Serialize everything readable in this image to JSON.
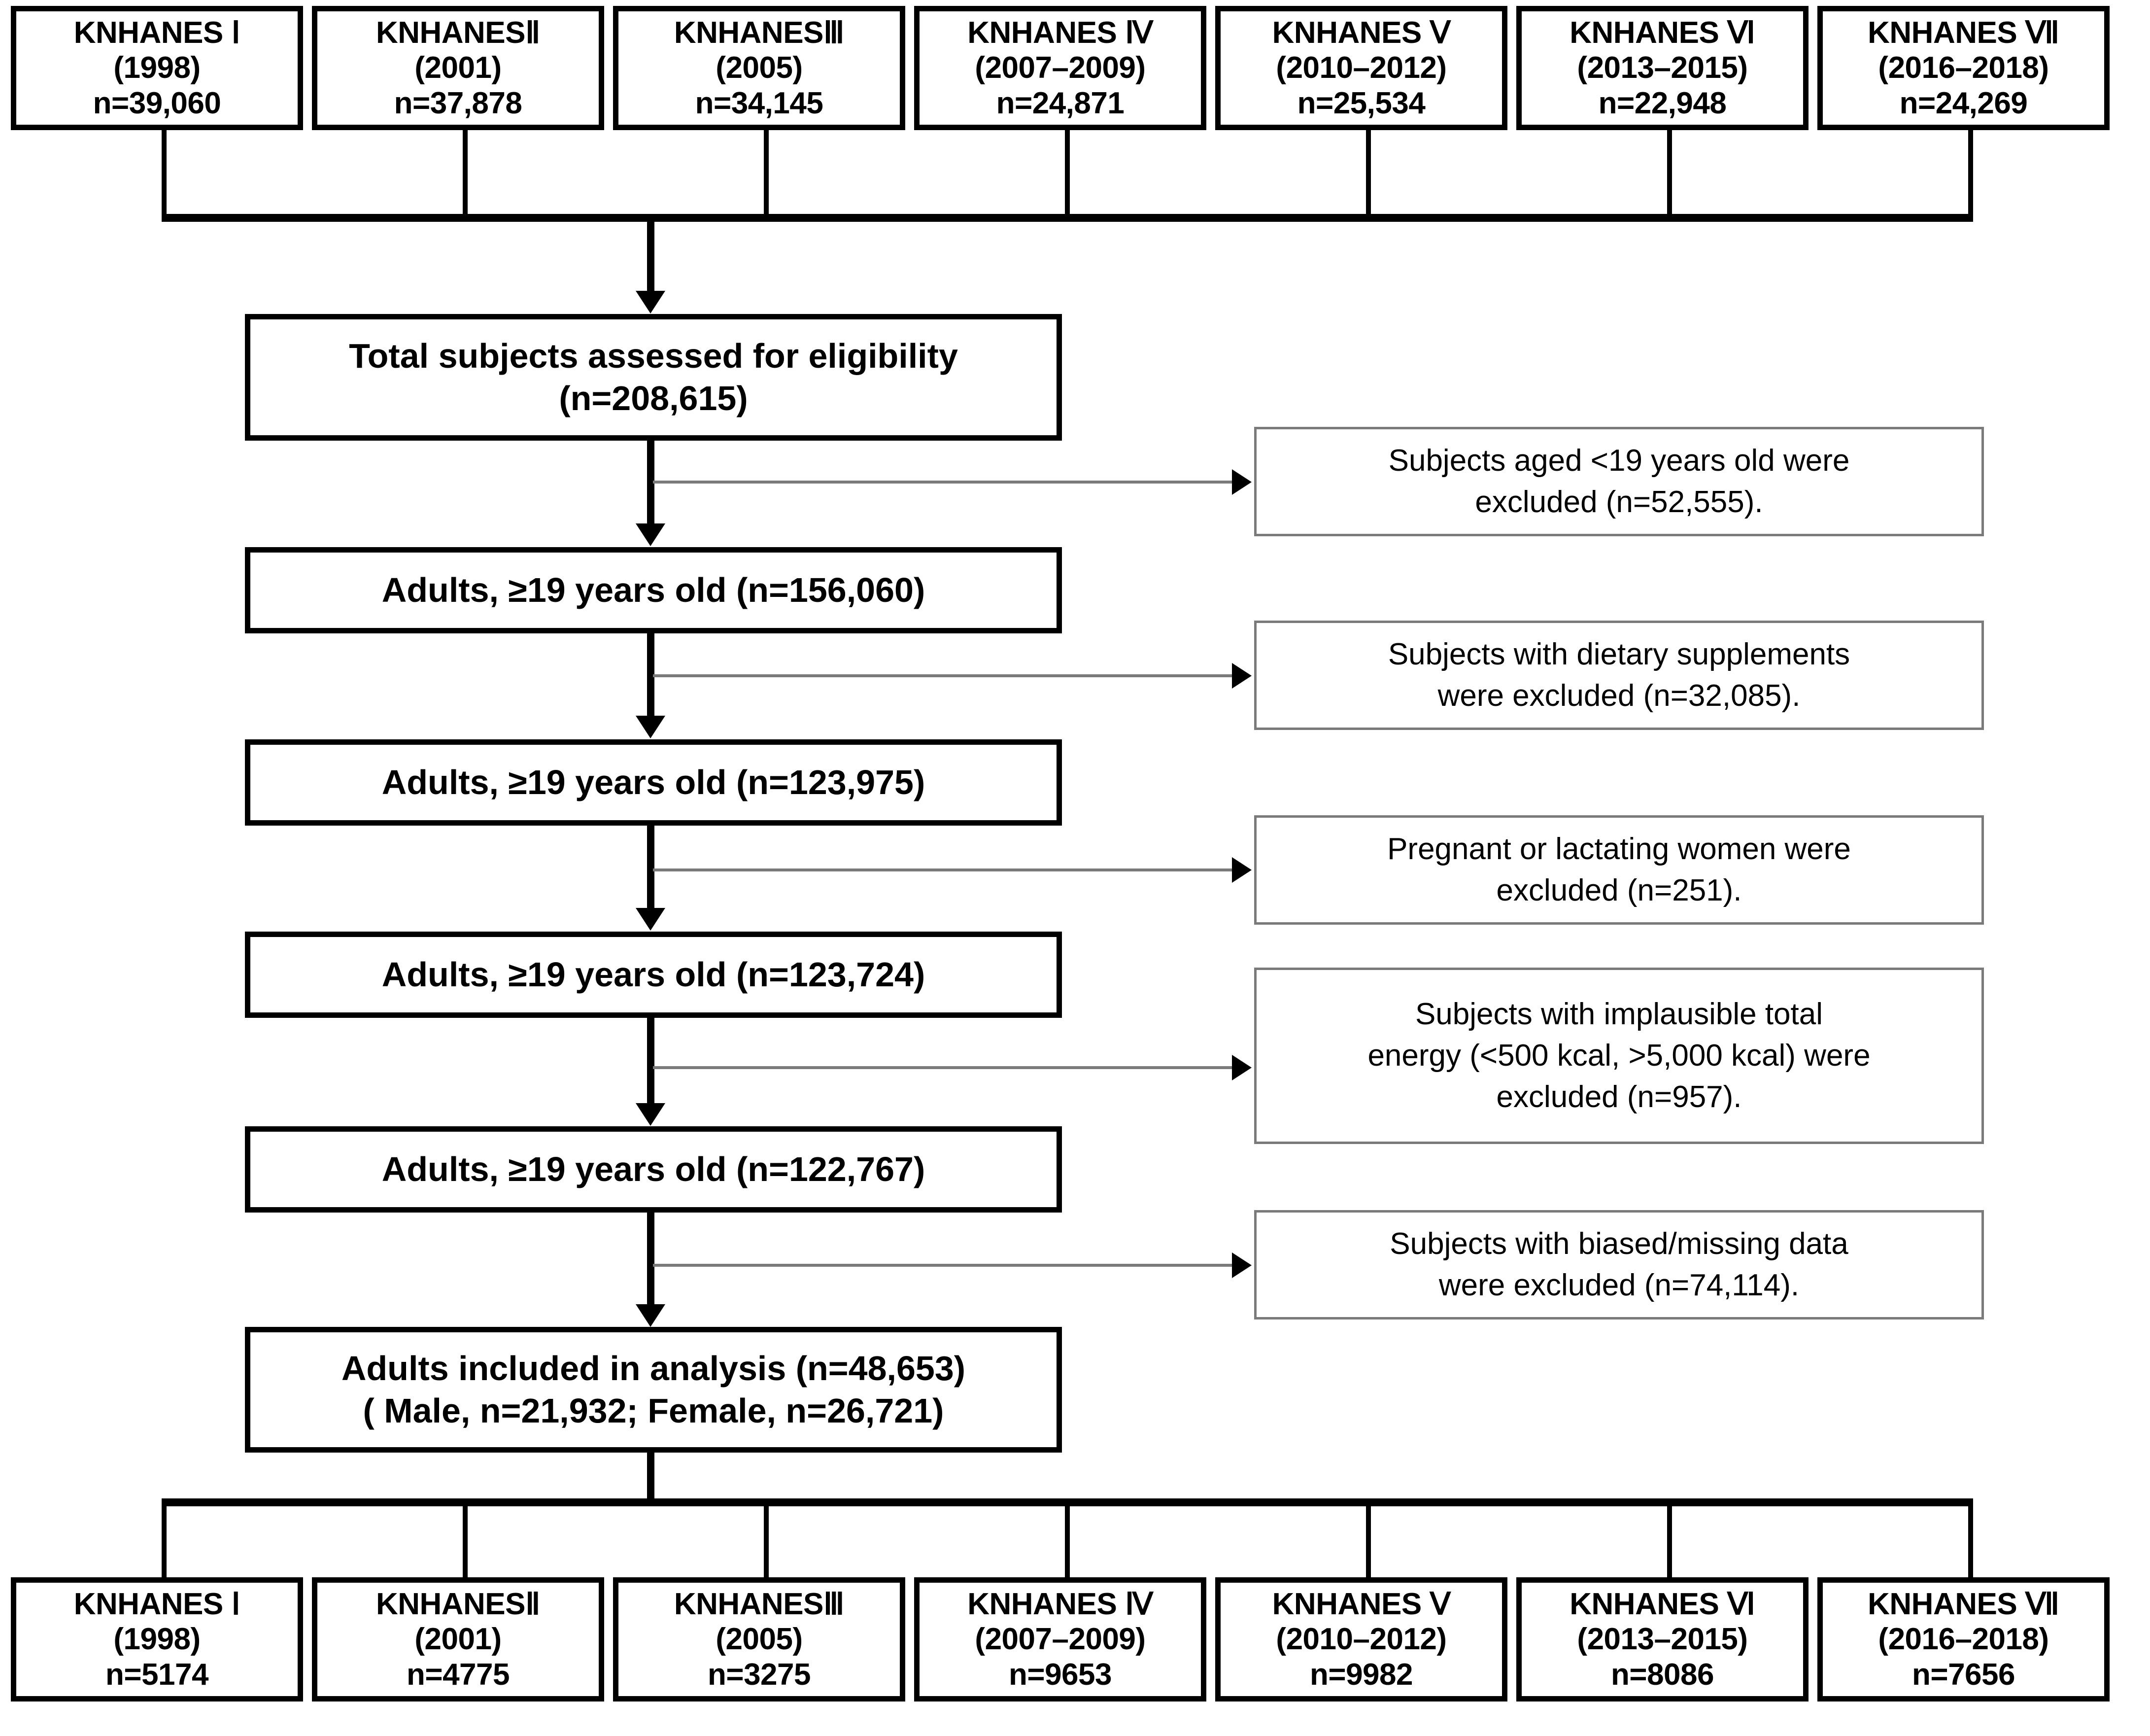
{
  "figure": {
    "type": "flowchart",
    "title": "KNHANES study subject selection flow diagram"
  },
  "top_cohorts": [
    {
      "name": "KNHANES Ⅰ",
      "years": "(1998)",
      "n": "n=39,060"
    },
    {
      "name": "KNHANESⅡ",
      "years": "(2001)",
      "n": "n=37,878"
    },
    {
      "name": "KNHANESⅢ",
      "years": "(2005)",
      "n": "n=34,145"
    },
    {
      "name": "KNHANES Ⅳ",
      "years": "(2007–2009)",
      "n": "n=24,871"
    },
    {
      "name": "KNHANES Ⅴ",
      "years": "(2010–2012)",
      "n": "n=25,534"
    },
    {
      "name": "KNHANES Ⅵ",
      "years": "(2013–2015)",
      "n": "n=22,948"
    },
    {
      "name": "KNHANES Ⅶ",
      "years": "(2016–2018)",
      "n": "n=24,269"
    }
  ],
  "main_steps": [
    {
      "id": "total-assessed",
      "line1": "Total subjects assessed for eligibility",
      "line2": "(n=208,615)"
    },
    {
      "id": "adults-156060",
      "line1": "Adults, ≥19 years old (n=156,060)",
      "line2": ""
    },
    {
      "id": "adults-123975",
      "line1": "Adults, ≥19 years old (n=123,975)",
      "line2": ""
    },
    {
      "id": "adults-123724",
      "line1": "Adults, ≥19 years old (n=123,724)",
      "line2": ""
    },
    {
      "id": "adults-122767",
      "line1": "Adults, ≥19 years old (n=122,767)",
      "line2": ""
    },
    {
      "id": "adults-included",
      "line1": "Adults included in analysis (n=48,653)",
      "line2": "( Male, n=21,932; Female, n=26,721)"
    }
  ],
  "exclusions": [
    {
      "id": "excl-age",
      "lines": [
        "Subjects aged <19 years old were",
        "excluded (n=52,555)."
      ]
    },
    {
      "id": "excl-supplements",
      "lines": [
        "Subjects with dietary supplements",
        "were excluded (n=32,085)."
      ]
    },
    {
      "id": "excl-pregnant",
      "lines": [
        "Pregnant or lactating women were",
        "excluded (n=251)."
      ]
    },
    {
      "id": "excl-energy",
      "lines": [
        "Subjects with implausible total",
        "energy (<500 kcal, >5,000 kcal) were",
        "excluded (n=957)."
      ]
    },
    {
      "id": "excl-missing",
      "lines": [
        "Subjects with biased/missing data",
        "were excluded (n=74,114)."
      ]
    }
  ],
  "bottom_cohorts": [
    {
      "name": "KNHANES Ⅰ",
      "years": "(1998)",
      "n": "n=5174"
    },
    {
      "name": "KNHANESⅡ",
      "years": "(2001)",
      "n": "n=4775"
    },
    {
      "name": "KNHANESⅢ",
      "years": "(2005)",
      "n": "n=3275"
    },
    {
      "name": "KNHANES Ⅳ",
      "years": "(2007–2009)",
      "n": "n=9653"
    },
    {
      "name": "KNHANES Ⅴ",
      "years": "(2010–2012)",
      "n": "n=9982"
    },
    {
      "name": "KNHANES Ⅵ",
      "years": "(2013–2015)",
      "n": "n=8086"
    },
    {
      "name": "KNHANES Ⅶ",
      "years": "(2016–2018)",
      "n": "n=7656"
    }
  ],
  "colors": {
    "box_border_heavy": "#000000",
    "box_border_light": "#7a7a7a",
    "connector": "#000000",
    "thin_connector": "#7a7a7a",
    "background": "#ffffff",
    "text": "#000000"
  },
  "chart_data": {
    "type": "table",
    "title": "KNHANES subject selection",
    "categories": [
      "KNHANES I",
      "KNHANES II",
      "KNHANES III",
      "KNHANES IV",
      "KNHANES V",
      "KNHANES VI",
      "KNHANES VII"
    ],
    "series": [
      {
        "name": "Assessed for eligibility",
        "values": [
          39060,
          37878,
          34145,
          24871,
          25534,
          22948,
          24269
        ]
      },
      {
        "name": "Included in analysis",
        "values": [
          5174,
          4775,
          3275,
          9653,
          9982,
          8086,
          7656
        ]
      }
    ],
    "totals": {
      "assessed": 208615,
      "adults_19_plus": 156060,
      "after_supplement_exclusion": 123975,
      "after_pregnancy_exclusion": 123724,
      "after_energy_exclusion": 122767,
      "included": 48653,
      "male": 21932,
      "female": 26721
    },
    "exclusion_counts": {
      "under_19": 52555,
      "dietary_supplements": 32085,
      "pregnant_or_lactating": 251,
      "implausible_energy": 957,
      "biased_or_missing": 74114
    }
  }
}
